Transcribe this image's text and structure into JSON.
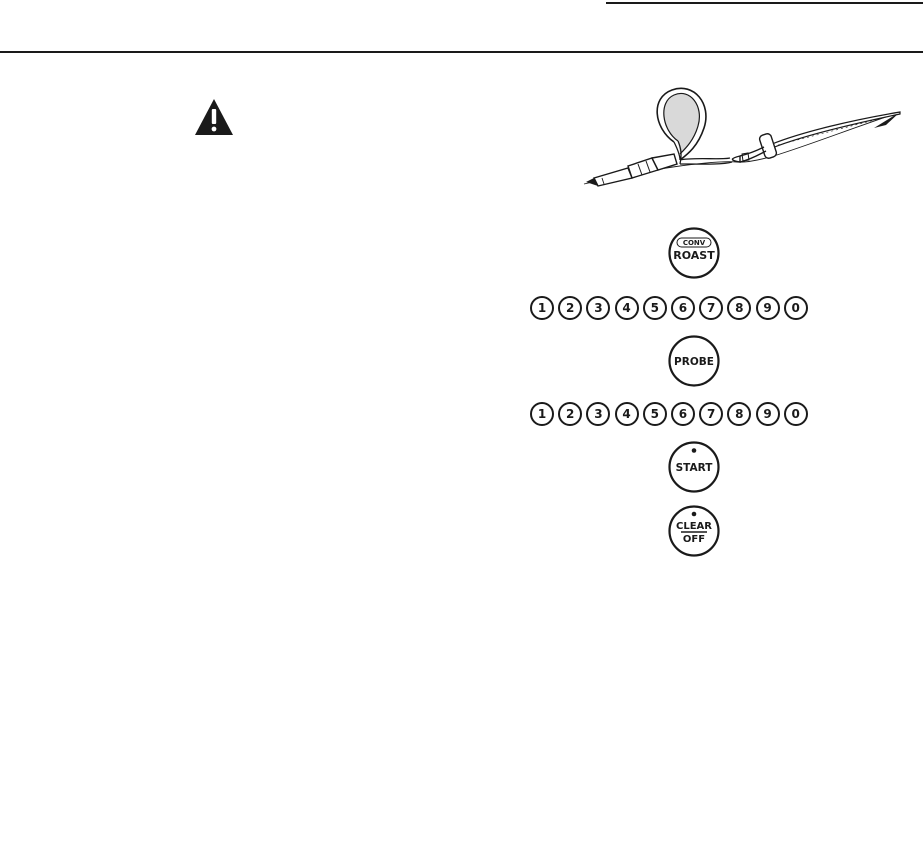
{
  "icons": {
    "warning": "warning-triangle-icon",
    "probe": "temperature-probe-illustration"
  },
  "keys": {
    "roast": {
      "top_label": "CONV",
      "main_label": "ROAST"
    },
    "probe": {
      "label": "PROBE"
    },
    "start": {
      "label": "START"
    },
    "clear_off": {
      "top_label": "CLEAR",
      "bottom_label": "OFF"
    },
    "number_row_1": [
      "1",
      "2",
      "3",
      "4",
      "5",
      "6",
      "7",
      "8",
      "9",
      "0"
    ],
    "number_row_2": [
      "1",
      "2",
      "3",
      "4",
      "5",
      "6",
      "7",
      "8",
      "9",
      "0"
    ]
  },
  "colors": {
    "ink": "#1a1a1a",
    "paper": "#ffffff",
    "probe_loop_fill": "#d9d9d9"
  }
}
